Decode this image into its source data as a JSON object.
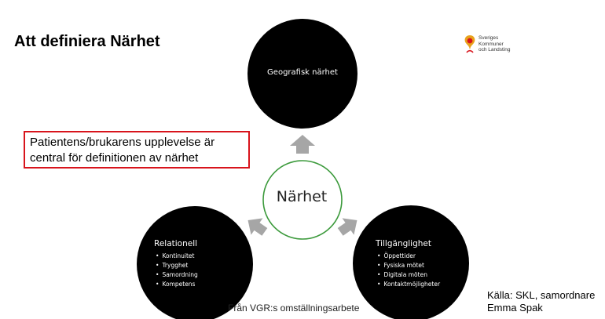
{
  "slide": {
    "title": "Att definiera Närhet",
    "logo": {
      "line1": "Sveriges",
      "line2": "Kommuner",
      "line3": "och Landsting",
      "icon": "skl-logo-icon",
      "icon_colors": [
        "#e8a21c",
        "#d8141c"
      ]
    },
    "callout": {
      "line1": "Patientens/brukarens upplevelse är",
      "line2": "central för definitionen av närhet",
      "border_color": "#d8141c"
    },
    "diagram": {
      "center": {
        "label": "Närhet",
        "ring_color": "#3c9a3c"
      },
      "top_circle": {
        "label": "Geografisk närhet"
      },
      "left_circle": {
        "title": "Relationell",
        "items": [
          "Kontinuitet",
          "Trygghet",
          "Samordning",
          "Kompetens"
        ]
      },
      "right_circle": {
        "title": "Tillgänglighet",
        "items": [
          "Öppettider",
          "Fysiska mötet",
          "Digitala möten",
          "Kontaktmöjligheter"
        ]
      },
      "arrow_color": "#a6a6a6"
    },
    "caption": "Från VGR:s  omställningsarbete",
    "source": {
      "line1": "Källa: SKL, samordnare",
      "line2": "Emma Spak"
    }
  }
}
